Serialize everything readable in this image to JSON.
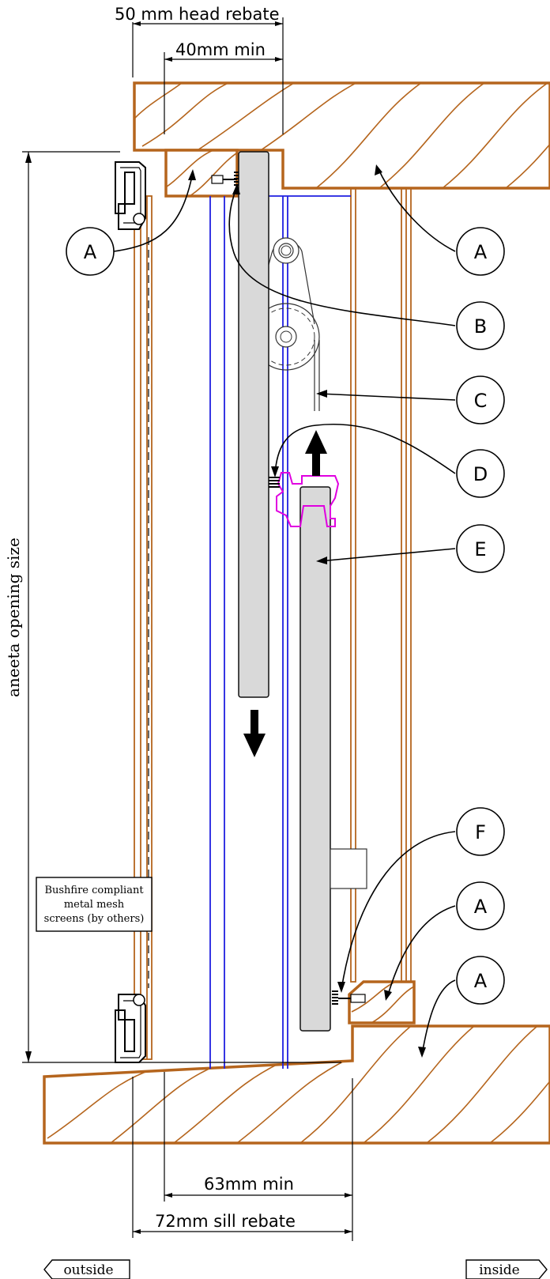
{
  "dimensions": {
    "head_rebate": "50 mm head rebate",
    "head_min": "40mm min",
    "sill_min": "63mm min",
    "sill_rebate": "72mm sill rebate",
    "opening_size": "aneeta opening size"
  },
  "note": {
    "line1": "Bushfire compliant",
    "line2": "metal mesh",
    "line3": "screens (by others)"
  },
  "callouts": {
    "a1": "A",
    "a2": "A",
    "b": "B",
    "c": "C",
    "d": "D",
    "e": "E",
    "f": "F",
    "a3": "A",
    "a4": "A"
  },
  "labels": {
    "outside": "outside",
    "inside": "inside"
  },
  "colors": {
    "timber": "#b5651d",
    "glass": "#1f1fe0",
    "sash": "#d9d9d9",
    "seal": "#e000e0"
  }
}
